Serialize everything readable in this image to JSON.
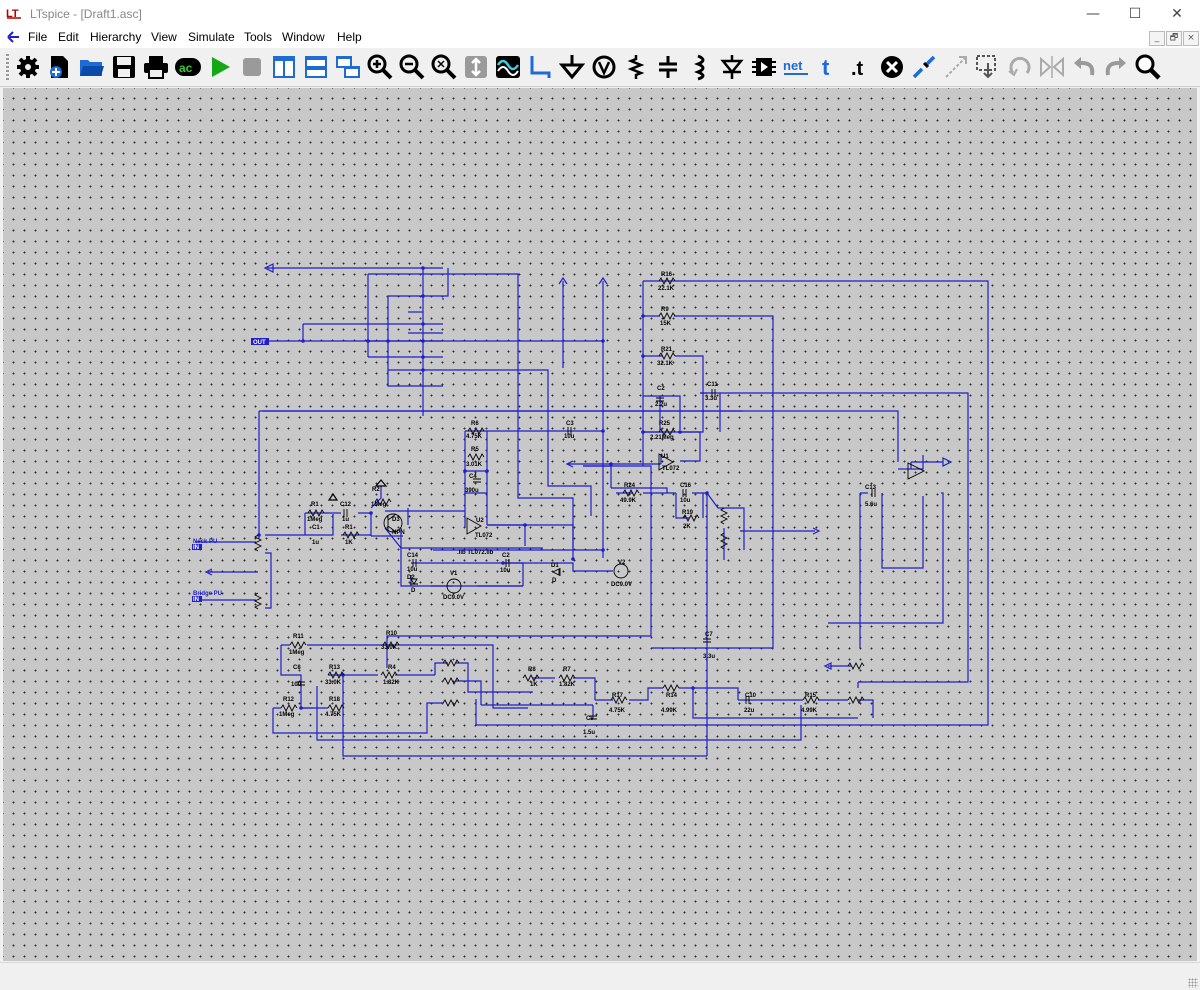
{
  "window": {
    "title": "LTspice - [Draft1.asc]",
    "controls": {
      "minimize": "—",
      "maximize": "☐",
      "close": "✕"
    }
  },
  "menu": {
    "items": [
      "File",
      "Edit",
      "Hierarchy",
      "View",
      "Simulate",
      "Tools",
      "Window",
      "Help"
    ],
    "mdi_controls": [
      "_",
      "🗗",
      "×"
    ]
  },
  "toolbar": {
    "buttons": [
      {
        "name": "settings",
        "icon": "gear-icon"
      },
      {
        "name": "new-schematic",
        "icon": "new-schematic-icon"
      },
      {
        "name": "open",
        "icon": "open-folder-icon"
      },
      {
        "name": "save",
        "icon": "save-icon"
      },
      {
        "name": "print",
        "icon": "printer-icon"
      },
      {
        "name": "spice-analysis",
        "icon": "ac-analysis-icon",
        "text": "ac"
      },
      {
        "name": "run",
        "icon": "play-icon"
      },
      {
        "name": "halt",
        "icon": "stop-icon"
      },
      {
        "name": "tile-vertical",
        "icon": "tile-vertical-icon"
      },
      {
        "name": "tile-horizontal",
        "icon": "tile-horizontal-icon"
      },
      {
        "name": "cascade",
        "icon": "cascade-icon"
      },
      {
        "name": "zoom-in",
        "icon": "zoom-in-icon"
      },
      {
        "name": "zoom-out",
        "icon": "zoom-out-icon"
      },
      {
        "name": "zoom-fit",
        "icon": "zoom-fit-icon"
      },
      {
        "name": "autorange",
        "icon": "autorange-icon"
      },
      {
        "name": "waveform",
        "icon": "waveform-icon"
      },
      {
        "name": "wire",
        "icon": "wire-icon"
      },
      {
        "name": "ground",
        "icon": "ground-icon"
      },
      {
        "name": "voltage-probe",
        "icon": "voltmeter-icon"
      },
      {
        "name": "resistor",
        "icon": "resistor-icon"
      },
      {
        "name": "capacitor",
        "icon": "capacitor-icon"
      },
      {
        "name": "inductor",
        "icon": "inductor-icon"
      },
      {
        "name": "diode",
        "icon": "diode-icon"
      },
      {
        "name": "component",
        "icon": "component-icon"
      },
      {
        "name": "net-label",
        "icon": "net-label-icon",
        "text": "net"
      },
      {
        "name": "text",
        "icon": "text-icon",
        "text": "t"
      },
      {
        "name": "spice-directive",
        "icon": "spice-directive-icon",
        "text": ".t"
      },
      {
        "name": "delete",
        "icon": "delete-icon"
      },
      {
        "name": "duplicate",
        "icon": "duplicate-icon"
      },
      {
        "name": "move",
        "icon": "move-icon"
      },
      {
        "name": "drag",
        "icon": "drag-icon"
      },
      {
        "name": "rotate",
        "icon": "rotate-icon"
      },
      {
        "name": "mirror",
        "icon": "mirror-icon"
      },
      {
        "name": "undo",
        "icon": "undo-icon"
      },
      {
        "name": "redo",
        "icon": "redo-icon"
      },
      {
        "name": "find",
        "icon": "find-icon"
      }
    ]
  },
  "schematic": {
    "wire_color": "#1f1fc8",
    "canvas_color": "#c8c8c8",
    "port_labels": {
      "out": "OUT",
      "in1": "IN",
      "in2": "IN"
    },
    "net_labels": {
      "neck": "Neck PU",
      "bridge": "Bridge PU"
    },
    "components": [
      {
        "ref": "R1",
        "value": "1Meg"
      },
      {
        "ref": "C12",
        "value": "1u"
      },
      {
        "ref": "C1",
        "value": "1u"
      },
      {
        "ref": "R1",
        "value": "1K"
      },
      {
        "ref": "R2",
        "value": "1Meg"
      },
      {
        "ref": "D3",
        "value": "NPN"
      },
      {
        "ref": "R6",
        "value": "4.75K"
      },
      {
        "ref": "R5",
        "value": "3.01K"
      },
      {
        "ref": "C4",
        "value": "390u"
      },
      {
        "ref": "U2",
        "value": "TL072"
      },
      {
        "ref": "C3",
        "value": "10u"
      },
      {
        "ref": "C14",
        "value": "10u"
      },
      {
        "ref": "D2",
        "value": "D"
      },
      {
        "ref": "V1",
        "value": "DC9.0V"
      },
      {
        "ref": "C2",
        "value": "10u"
      },
      {
        "ref": "D1",
        "value": "D"
      },
      {
        "ref": "V2",
        "value": "DC9.0V"
      },
      {
        "ref": "R16",
        "value": "22.1K"
      },
      {
        "ref": "R9",
        "value": "15K"
      },
      {
        "ref": "R21",
        "value": "32.1K"
      },
      {
        "ref": "C2",
        "value": "2.2u"
      },
      {
        "ref": "C11",
        "value": "3.3u"
      },
      {
        "ref": "R25",
        "value": "2.21Meg"
      },
      {
        "ref": "U1",
        "value": "TL072"
      },
      {
        "ref": "R24",
        "value": "49.9K"
      },
      {
        "ref": "C16",
        "value": "10u"
      },
      {
        "ref": "R19",
        "value": "2K"
      },
      {
        "ref": "C13",
        "value": "5.6u"
      },
      {
        "ref": "R11",
        "value": "1Meg"
      },
      {
        "ref": "R10",
        "value": "33.0K"
      },
      {
        "ref": "C8",
        "value": "10u"
      },
      {
        "ref": "R13",
        "value": "33.0K"
      },
      {
        "ref": "R4",
        "value": "1.82K"
      },
      {
        "ref": "R12",
        "value": "1Meg"
      },
      {
        "ref": "R18",
        "value": "4.75K"
      },
      {
        "ref": "R8",
        "value": "1K"
      },
      {
        "ref": "R7",
        "value": "1.82K"
      },
      {
        "ref": "R17",
        "value": "4.75K"
      },
      {
        "ref": "R14",
        "value": "4.99K"
      },
      {
        "ref": "C9",
        "value": "1.5u"
      },
      {
        "ref": "C10",
        "value": "22u"
      },
      {
        "ref": "R15",
        "value": "4.99K"
      },
      {
        "ref": "C7",
        "value": "3.3u"
      }
    ],
    "directives": [
      ".lib TL072.lib"
    ]
  }
}
